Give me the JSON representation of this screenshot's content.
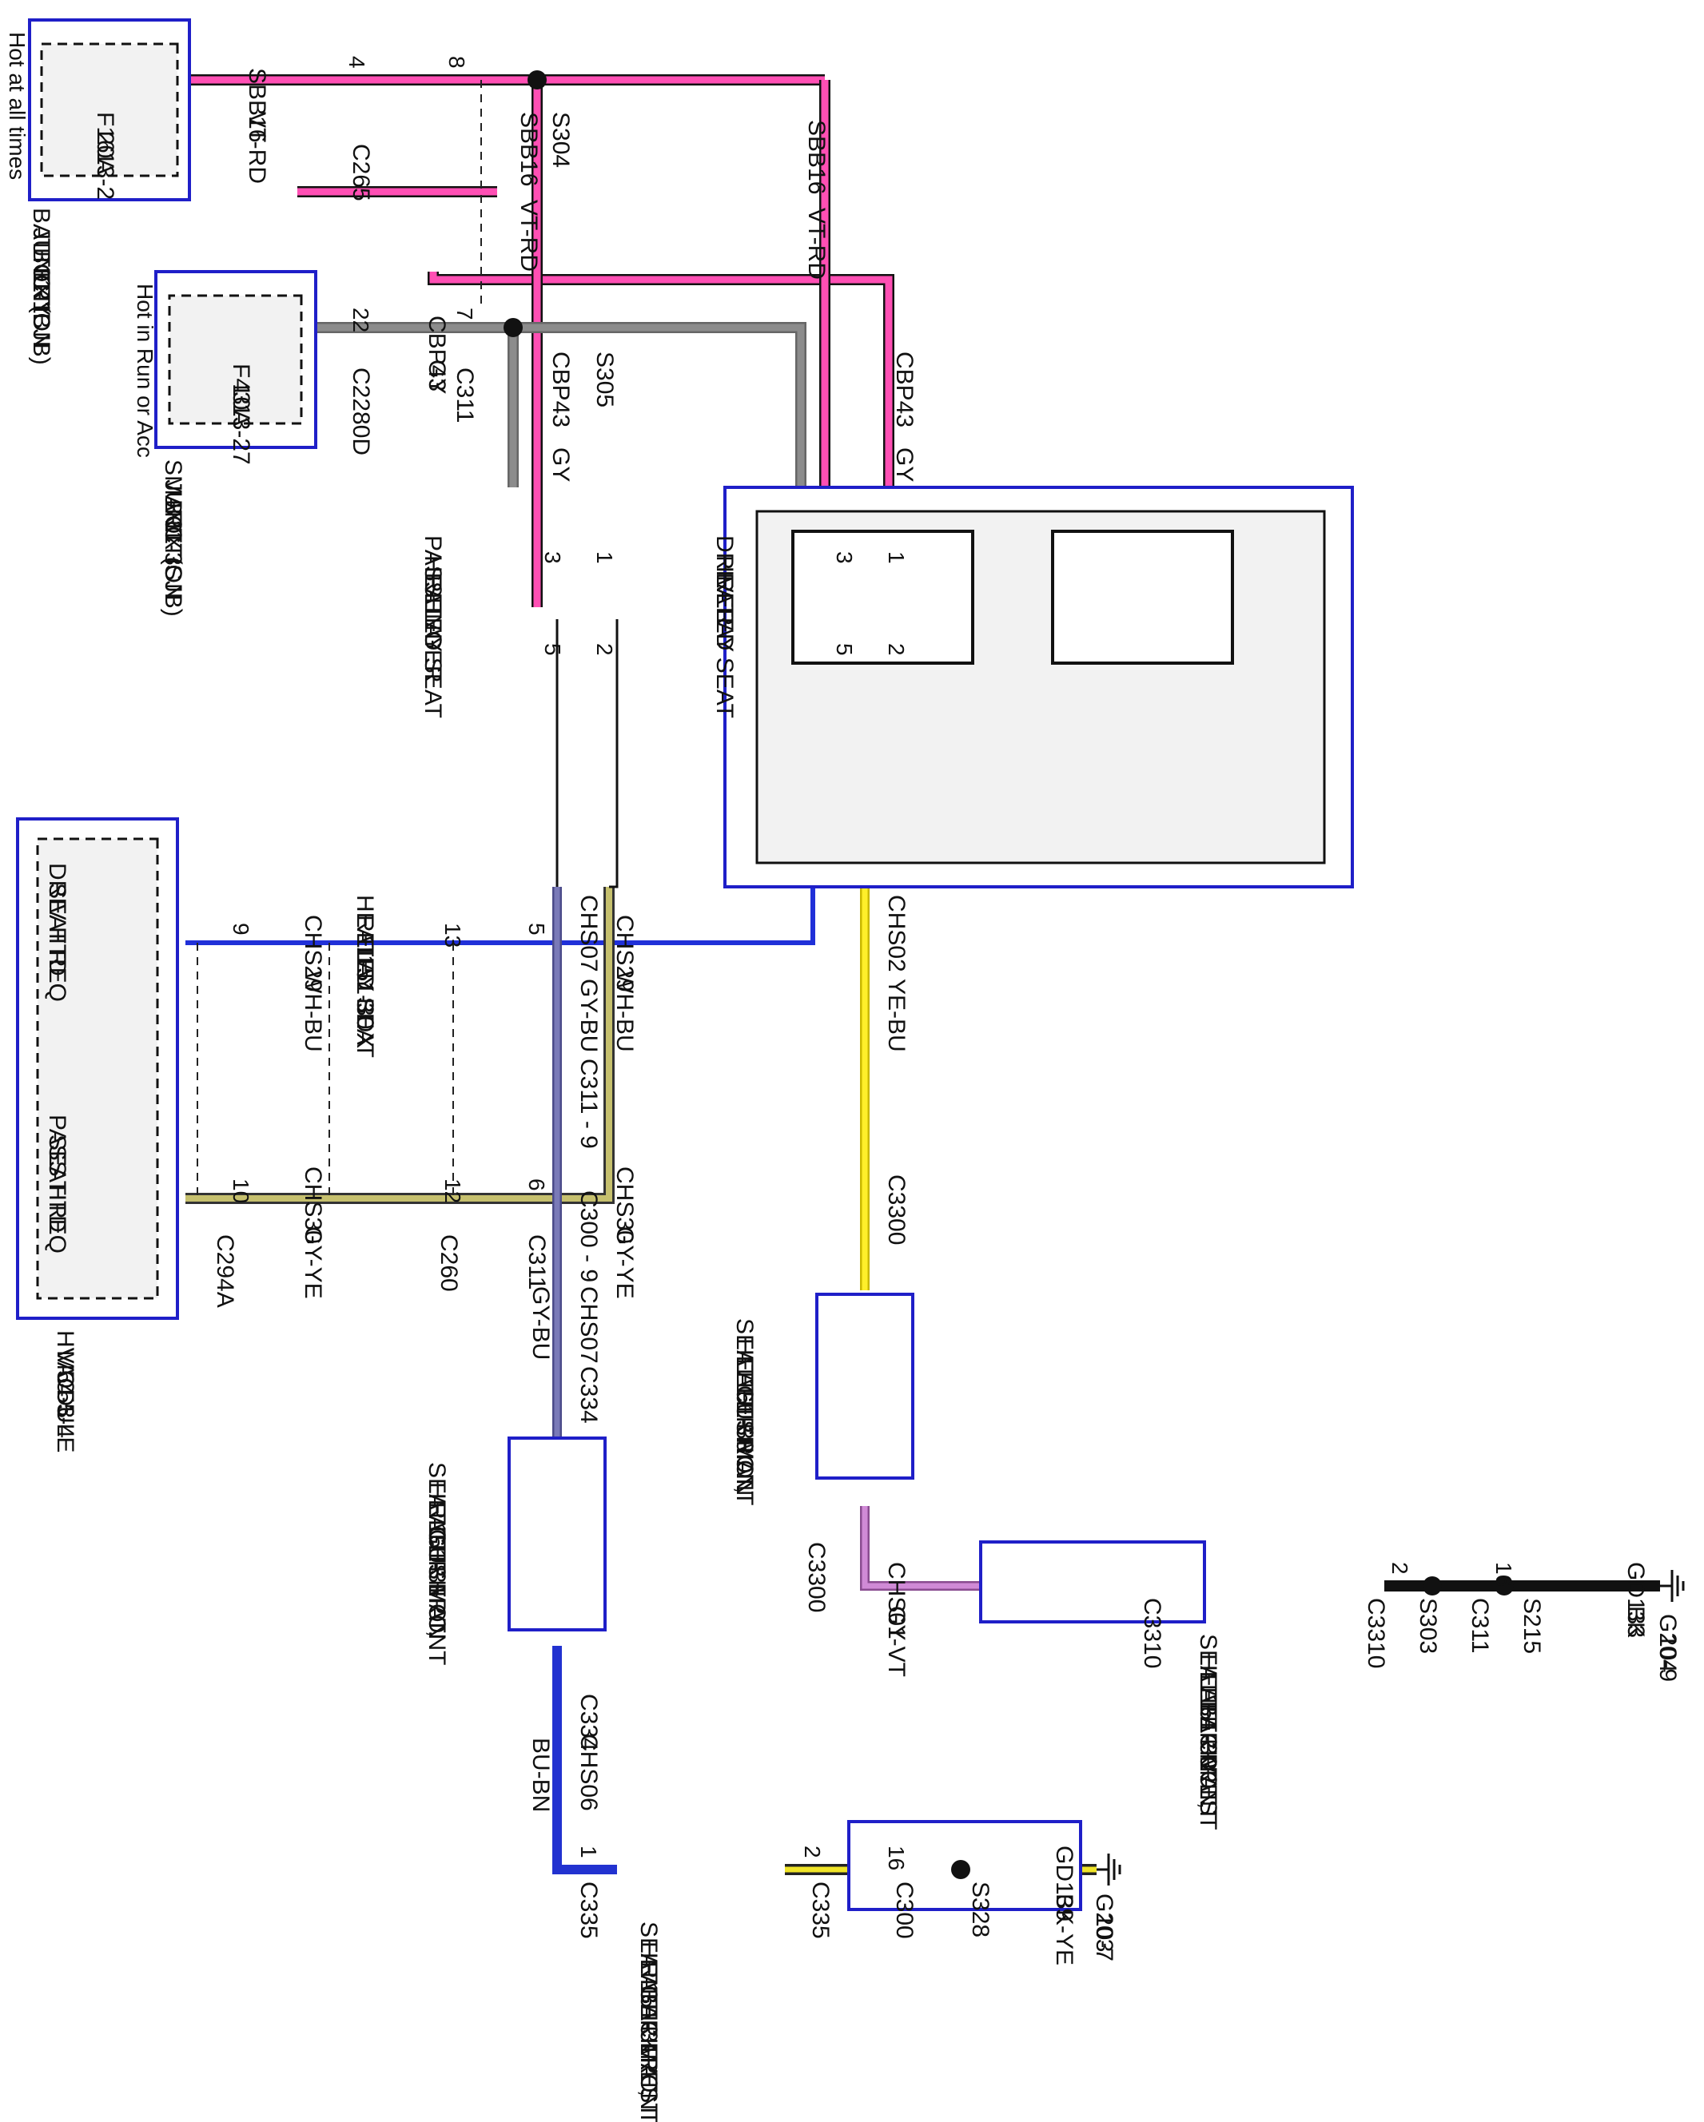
{
  "colors": {
    "pink": "#ff4fb4",
    "gray": "#8c8c8c",
    "blue": "#2030d8",
    "yellow": "#ffef2a",
    "graybu": "#7a7ab8",
    "violet": "#d08ad6",
    "black": "#111111",
    "bluebn": "#2232d0",
    "bkye": "#f0e428",
    "box": "#1f1fc8"
  },
  "power": {
    "bjb": {
      "title_lines": [
        "BATTERY",
        "JUNCTION",
        "BOX (BJB)",
        "11-1"
      ],
      "fuse": "F16",
      "rating": "20A",
      "ref": "13-2",
      "hot": "Hot at all times"
    },
    "sjb": {
      "title_lines": [
        "SMART",
        "JUNCTION",
        "BOX (SJB)",
        "11-3"
      ],
      "fuse": "F43",
      "rating": "10A",
      "ref": "13-27",
      "hot": "Hot in Run or Acc"
    }
  },
  "circuits": {
    "sbb16": "SBB16",
    "vtrd": "VT-RD",
    "cbp43": "CBP43",
    "gy": "GY",
    "chs29": "CHS29",
    "whbu": "WH-BU",
    "chs30": "CHS30",
    "gyye": "GY-YE",
    "chs02": "CHS02",
    "yebu": "YE-BU",
    "chs07": "CHS07",
    "gybu": "GY-BU",
    "chs01": "CHS01",
    "gyvt": "GY-VT",
    "chs06": "CHS06",
    "bubn": "BU-BN",
    "gd133": "GD133",
    "bk": "BK",
    "gd139": "GD139",
    "bkye": "BK-YE"
  },
  "connectors": {
    "c265": "C265",
    "c2280d": "C2280D",
    "c311": "C311",
    "c294a": "C294A",
    "c260": "C260",
    "c3300": "C3300",
    "c3310": "C3310",
    "c311_9": "C311 - 9",
    "c300_9": "C300 - 9",
    "c334": "C334",
    "c335": "C335",
    "c300": "C300"
  },
  "splices": {
    "s304": "S304",
    "s305": "S305",
    "s215": "S215",
    "s303": "S303",
    "s328": "S328"
  },
  "grounds": {
    "g204": "G204",
    "g204_ref": "10-9",
    "g203": "G203",
    "g203_ref": "10-7"
  },
  "pins": {
    "p8": "8",
    "p4": "4",
    "p7": "7",
    "p22": "22",
    "p9": "9",
    "p13": "13",
    "p5": "5",
    "p10": "10",
    "p12": "12",
    "p6": "6",
    "p1": "1",
    "p2": "2",
    "p16": "16",
    "p3": "3"
  },
  "relay_box": {
    "title_lines": [
      "HEATED SEAT",
      "RELAY BOX",
      "11-5",
      "151-30"
    ]
  },
  "relays": {
    "passenger": {
      "title_lines": [
        "PASSENGER",
        "HEATED SEAT",
        "RELAY"
      ]
    },
    "driver": {
      "title_lines": [
        "DRIVER",
        "HEATED SEAT",
        "RELAY"
      ]
    }
  },
  "hvac": {
    "title_lines": [
      "HVAC",
      "MODULE",
      "54-3",
      "55-4"
    ],
    "driv_lines": [
      "DRIV HTD",
      "SEAT REQ"
    ],
    "pass_lines": [
      "PASS HTD",
      "SEAT REQ"
    ]
  },
  "mats": {
    "lf_cushion": [
      "SEAT CUSHION",
      "HEATER MAT,",
      "LEFT FRONT",
      "151-30"
    ],
    "rf_cushion": [
      "SEAT CUSHION",
      "HEATER MAT,",
      "RIGHT FRONT",
      "151-31"
    ],
    "lf_back": [
      "SEAT BACKREST",
      "HEATER MAT,",
      "LEFT FRONT",
      "151-30"
    ],
    "rf_back": [
      "SEAT BACKREST",
      "HEATER MAT,",
      "RIGHT FRONT",
      "151-31"
    ]
  }
}
